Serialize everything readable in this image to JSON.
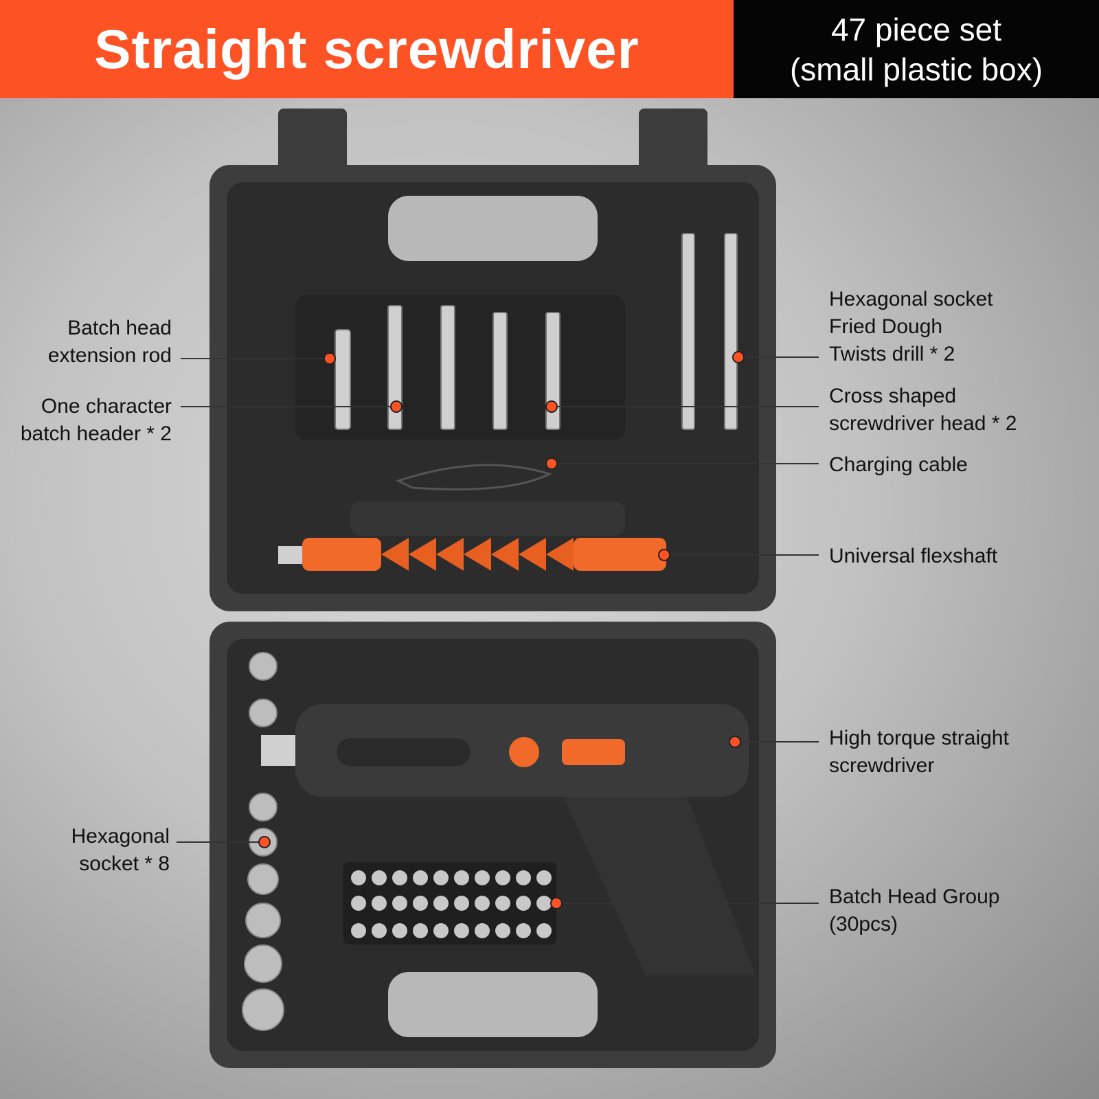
{
  "header": {
    "title": "Straight screwdriver",
    "subtitle_line1": "47 piece set",
    "subtitle_line2": "(small plastic box)"
  },
  "callouts": {
    "extension_rod": [
      "Batch head",
      "extension rod"
    ],
    "one_character": [
      "One character",
      "batch header * 2"
    ],
    "twist_drill": [
      "Hexagonal socket",
      "Fried Dough",
      "Twists drill * 2"
    ],
    "cross_head": [
      "Cross shaped",
      "screwdriver head * 2"
    ],
    "charging_cable": [
      "Charging cable"
    ],
    "flexshaft": [
      "Universal flexshaft"
    ],
    "screwdriver": [
      "High torque straight",
      "screwdriver"
    ],
    "hex_socket": [
      "Hexagonal",
      "socket * 8"
    ],
    "bit_group": [
      "Batch Head Group",
      "(30pcs)"
    ]
  },
  "colors": {
    "accent": "#fd5324",
    "header_dark": "#050505",
    "case": "#3a3a3a"
  }
}
